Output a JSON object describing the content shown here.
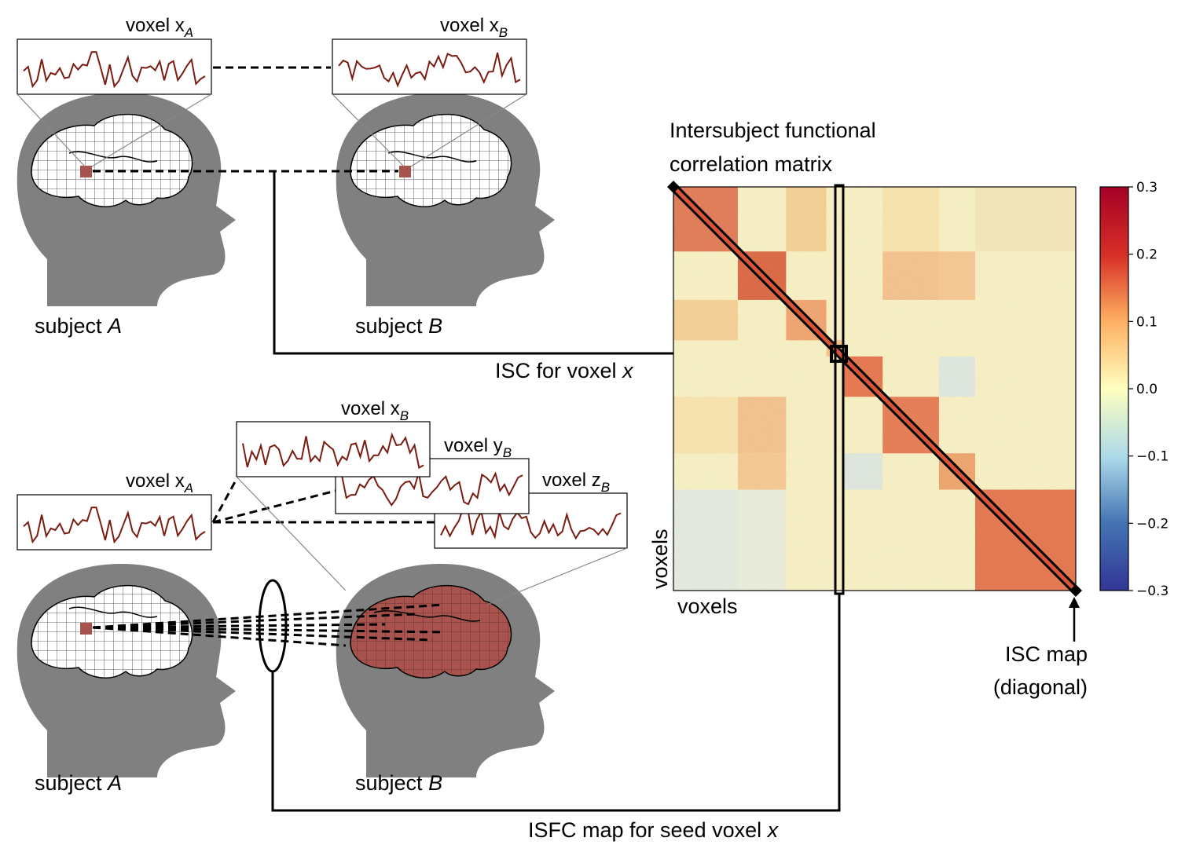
{
  "figure": {
    "matrix_title_line1": "Intersubject functional",
    "matrix_title_line2": "correlation matrix",
    "top": {
      "panel_a_voxel": "voxel x",
      "panel_a_sub": "A",
      "panel_b_voxel": "voxel x",
      "panel_b_sub": "B",
      "subject_a": "subject ",
      "subject_a_letter": "A",
      "subject_b": "subject ",
      "subject_b_letter": "B",
      "isc_label": "ISC for voxel ",
      "isc_var": "x"
    },
    "bottom": {
      "panel_a_voxel": "voxel x",
      "panel_a_sub": "A",
      "panel_xb_voxel": "voxel x",
      "panel_xb_sub": "B",
      "panel_yb_voxel": "voxel y",
      "panel_yb_sub": "B",
      "panel_zb_voxel": "voxel z",
      "panel_zb_sub": "B",
      "subject_a": "subject ",
      "subject_a_letter": "A",
      "subject_b": "subject ",
      "subject_b_letter": "B",
      "isfc_label": "ISFC map for seed voxel ",
      "isfc_var": "x"
    },
    "matrix": {
      "x_label": "voxels",
      "y_label": "voxels",
      "diag_label_line1": "ISC map",
      "diag_label_line2": "(diagonal)"
    },
    "colorbar": {
      "ticks": [
        "0.3",
        "0.2",
        "0.1",
        "0.0",
        "−0.1",
        "−0.2",
        "−0.3"
      ],
      "range": [
        -0.3,
        0.3
      ],
      "colors": [
        "#313695",
        "#4575b4",
        "#abd9e9",
        "#ffffbf",
        "#fdae61",
        "#d73027",
        "#a50026"
      ]
    },
    "colors": {
      "head": "#808080",
      "signal": "#7b1c12",
      "voxel": "#a8534d",
      "brain_fill_b": "#a8534d"
    }
  }
}
